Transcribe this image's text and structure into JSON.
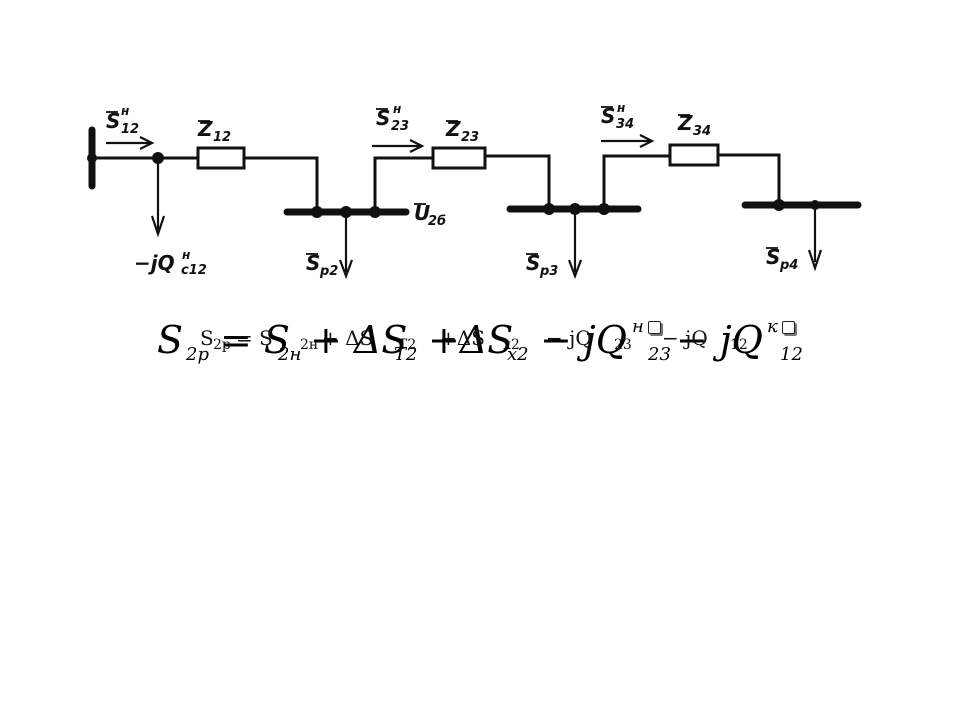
{
  "diagram": {
    "labels": {
      "s12": {
        "main": "S",
        "sub": "12",
        "sup": "н"
      },
      "z12": {
        "main": "Z",
        "sub": "12"
      },
      "qc12": {
        "main": "−jQ",
        "sub": "c12",
        "sup": "н"
      },
      "s23": {
        "main": "S",
        "sub": "23",
        "sup": "н"
      },
      "z23": {
        "main": "Z",
        "sub": "23"
      },
      "u2": {
        "main": "U",
        "sub": "2б"
      },
      "sp2": {
        "main": "S",
        "sub": "р2"
      },
      "s34": {
        "main": "S",
        "sub": "34",
        "sup": "н"
      },
      "z34": {
        "main": "Z",
        "sub": "34"
      },
      "sp3": {
        "main": "S",
        "sub": "р3"
      },
      "sp4": {
        "main": "S",
        "sub": "р4"
      }
    }
  },
  "formula": {
    "big": {
      "t1": "S",
      "s1": "2p",
      "t2": "= S",
      "s2": "2н",
      "t3": "+ ΔS",
      "s3": "T2",
      "t4": "+ΔS",
      "s4": "x2",
      "t5": "− jQ",
      "sup5": "н",
      "s5": "23",
      "t6": "− jQ",
      "sup6": "к",
      "s6": "12"
    },
    "overlay": {
      "a": "S",
      "a_sub": "2p",
      "b": "= S",
      "b_sub": "2н",
      "c": "+ ΔS",
      "c_sub": "T2",
      "d": "+ΔS",
      "d_sub": "x2",
      "e": "− jQ",
      "e_sub": "23",
      "f": "− jQ",
      "f_sub": "12"
    }
  }
}
